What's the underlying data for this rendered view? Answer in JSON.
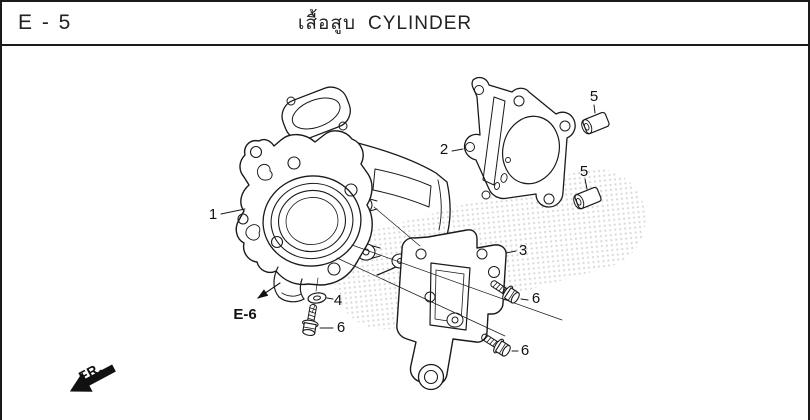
{
  "header": {
    "section_code": "E - 5",
    "title_thai": "เสื้อสูบ",
    "title_en": "CYLINDER"
  },
  "callouts": {
    "part1": "1",
    "part2": "2",
    "part3": "3",
    "part4": "4",
    "part5": "5",
    "part6": "6"
  },
  "references": {
    "section_link": "E-6",
    "front_indicator": "FR."
  },
  "colors": {
    "line": "#1a1a1a",
    "background": "#ffffff",
    "watermark_dot": "#c9cdc9"
  }
}
